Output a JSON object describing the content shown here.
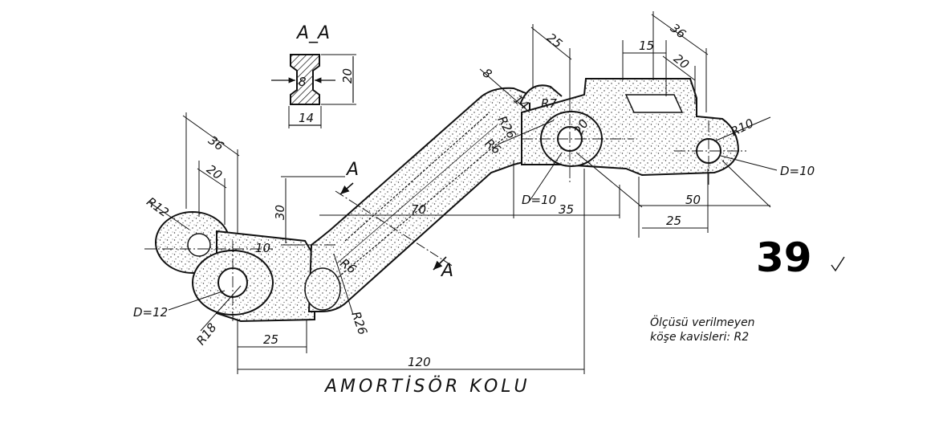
{
  "section_title": "A_A",
  "section_dims": {
    "web": "8",
    "height": "20",
    "width": "14"
  },
  "section_marks": {
    "upper": "A",
    "lower": "A"
  },
  "dims": {
    "d36_left": "36",
    "d20_left": "20",
    "r12": "R12",
    "d10": "10",
    "d30": "30",
    "d70": "70",
    "r6_low": "R6",
    "r26_low": "R26",
    "d12": "D=12",
    "r18": "R18",
    "d25_bottom": "25",
    "d120": "120",
    "d8": "8",
    "d25_top": "25",
    "r7": "R7",
    "d14": "14",
    "r26_top": "R26",
    "r6_top": "R6",
    "d20_hole": "20",
    "d15": "15",
    "d36_right": "36",
    "d20_right": "20",
    "r10": "R10",
    "d10_right": "D=10",
    "d10_mid": "D=10",
    "d35": "35",
    "d50": "50",
    "d25_right": "25"
  },
  "part_name": "AMORTİSÖR KOLU",
  "sheet_number": "39",
  "note_line1": "Ölçüsü verilmeyen",
  "note_line2": "köşe kavisleri: R2"
}
